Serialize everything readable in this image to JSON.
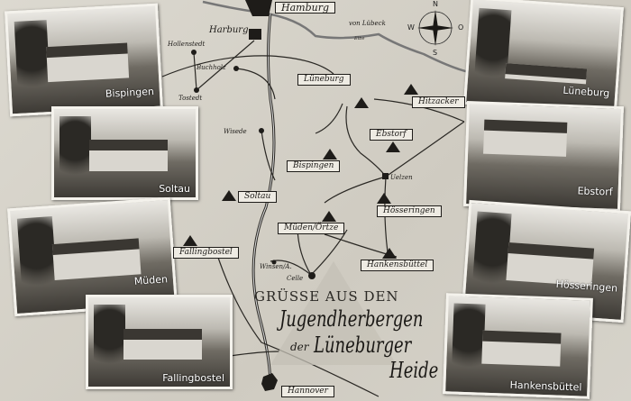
{
  "photos": [
    {
      "caption": "Bispingen"
    },
    {
      "caption": "Lüneburg"
    },
    {
      "caption": "Soltau"
    },
    {
      "caption": "Ebstorf"
    },
    {
      "caption": "Müden"
    },
    {
      "caption": "Hösseringen"
    },
    {
      "caption": "Fallingbostel"
    },
    {
      "caption": "Hankensbüttel"
    }
  ],
  "map": {
    "cities": {
      "hamburg": "Hamburg",
      "harburg": "Harburg",
      "hollenstedt": "Hollenstedt",
      "buchholz": "Buchholz",
      "tostedt": "Tostedt",
      "wisede": "Wisede",
      "luebeck": "von Lübeck",
      "elbe": "Elbe",
      "uelzen": "Uelzen",
      "winsen": "Winsen/A.",
      "celle": "Celle",
      "hannover": "Hannover"
    },
    "hostels": {
      "lueneburg": "Lüneburg",
      "hitzacker": "Hitzacker",
      "ebstorf": "Ebstorf",
      "bispingen": "Bispingen",
      "soltau": "Soltau",
      "hoesseringen": "Hösseringen",
      "mueden": "Müden/Örtze",
      "fallingbostel": "Fallingbostel",
      "hankensbuettel": "Hankensbüttel"
    },
    "compass": {
      "n": "N",
      "w": "W",
      "o": "O",
      "s": "S"
    }
  },
  "title": {
    "line1": "GRÜSSE AUS DEN",
    "line2": "Jugendherbergen",
    "line3a": "der",
    "line3b": "Lüneburger",
    "line4": "Heide"
  }
}
